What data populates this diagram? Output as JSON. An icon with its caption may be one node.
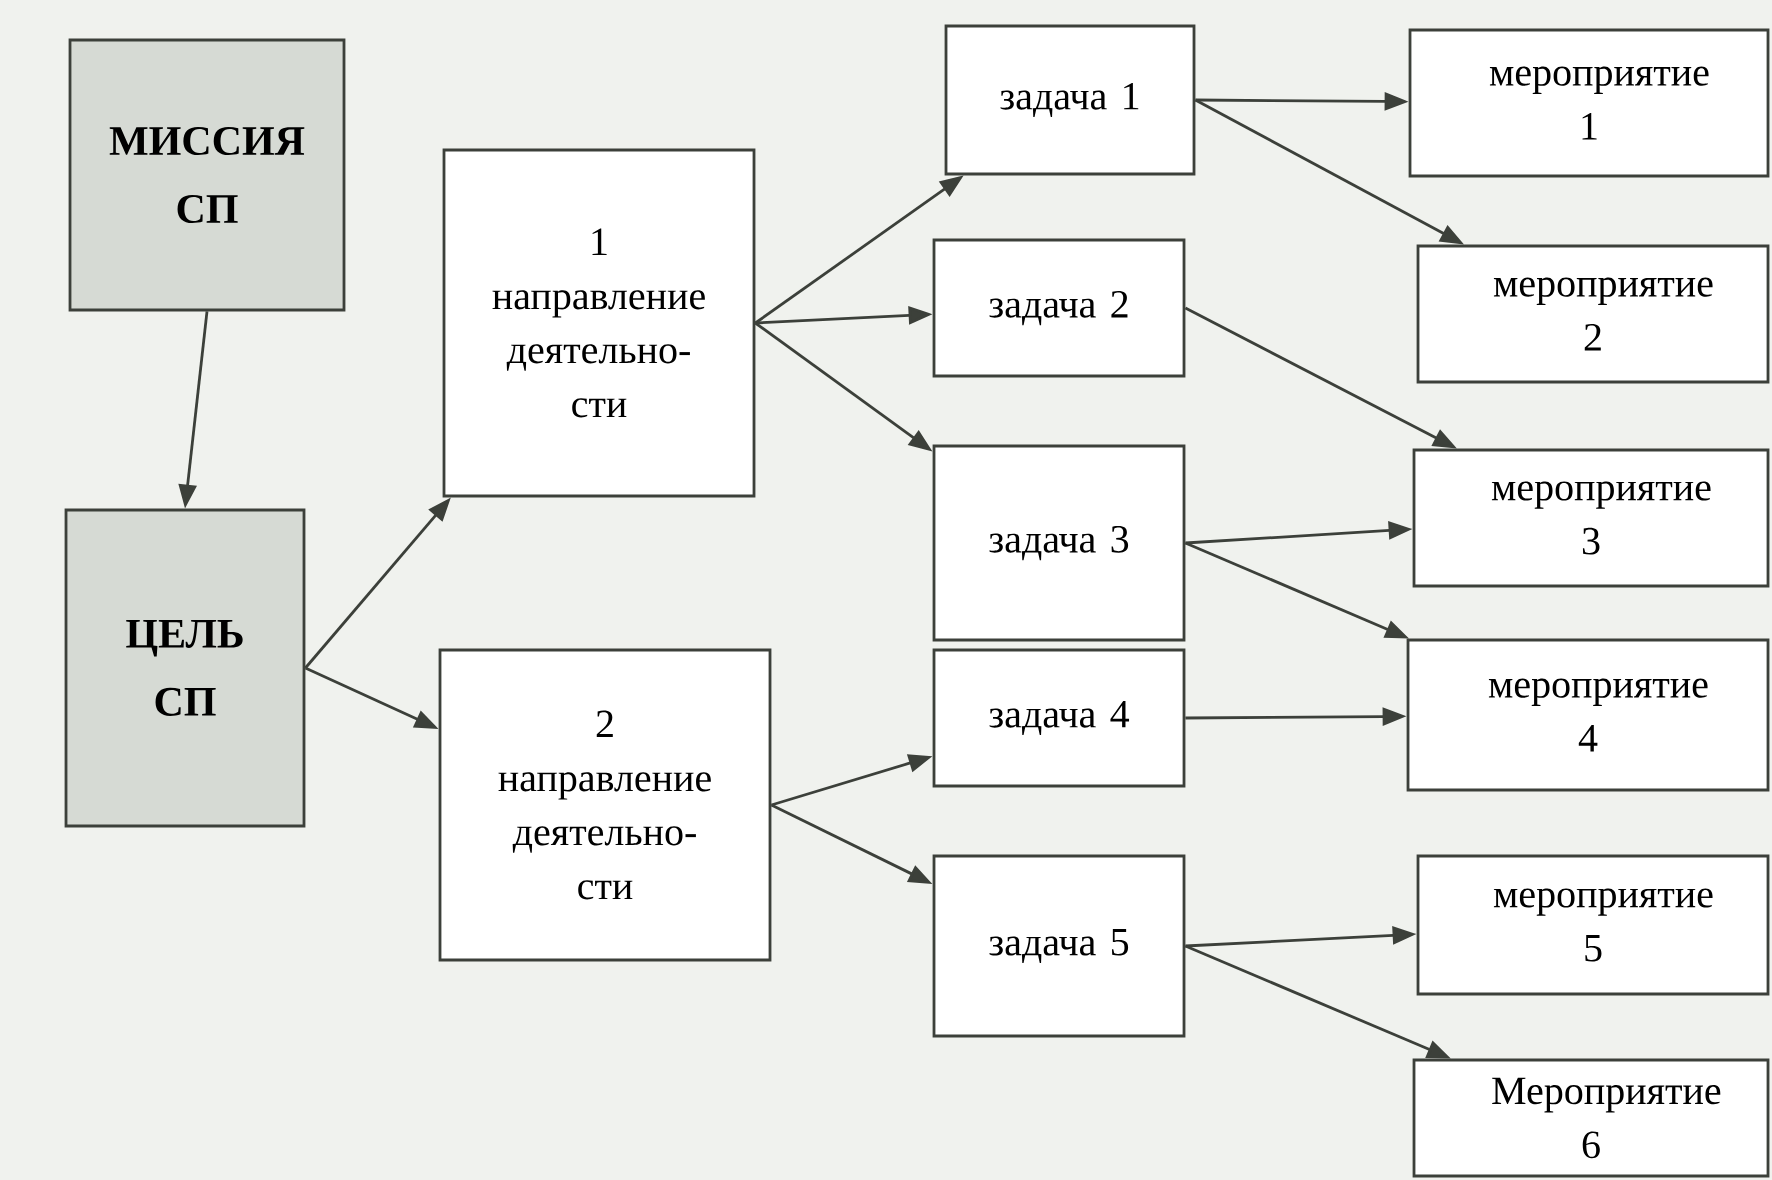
{
  "diagram": {
    "nodes": [
      {
        "text": [
          "МИССИЯ СП"
        ]
      },
      {
        "text": [
          "ЦЕЛЬ СП"
        ]
      },
      {
        "text": [
          "1 направление деятельно- сти"
        ]
      },
      {
        "text": [
          "задача 1"
        ]
      },
      {
        "text": [
          "задача 2"
        ]
      },
      {
        "text": [
          "задача 3"
        ]
      },
      {
        "text": [
          "2 направление деятельно- сти"
        ]
      },
      {
        "text": [
          "задача 4"
        ]
      },
      {
        "text": [
          "задача 5"
        ]
      },
      {
        "text": [
          "мероприятие 1"
        ]
      },
      {
        "text": [
          "мероприятие 2"
        ]
      },
      {
        "text": [
          "мероприятие 3"
        ]
      },
      {
        "text": [
          "мероприятие 4"
        ]
      },
      {
        "text": [
          "мероприятие 5"
        ]
      },
      {
        "text": [
          "Мероприятие 6"
        ]
      }
    ],
    "edges": [
      {
        "from": 0,
        "to": 1,
        "arrow": "to"
      },
      {
        "from": 1,
        "to": 2,
        "arrow": "to"
      },
      {
        "from": 1,
        "to": 6,
        "arrow": "to"
      },
      {
        "from": 2,
        "to": 3,
        "arrow": "to"
      },
      {
        "from": 2,
        "to": 4,
        "arrow": "to"
      },
      {
        "from": 2,
        "to": 5,
        "arrow": "to"
      },
      {
        "from": 6,
        "to": 7,
        "arrow": "to"
      },
      {
        "from": 6,
        "to": 8,
        "arrow": "to"
      },
      {
        "from": 3,
        "to": 9,
        "arrow": "to"
      },
      {
        "from": 3,
        "to": 10,
        "arrow": "to"
      },
      {
        "from": 4,
        "to": 11,
        "arrow": "to"
      },
      {
        "from": 5,
        "to": 11,
        "arrow": "to"
      },
      {
        "from": 5,
        "to": 12,
        "arrow": "to"
      },
      {
        "from": 7,
        "to": 12,
        "arrow": "to"
      },
      {
        "from": 8,
        "to": 13,
        "arrow": "to"
      },
      {
        "from": 8,
        "to": 14,
        "arrow": "to"
      }
    ]
  }
}
